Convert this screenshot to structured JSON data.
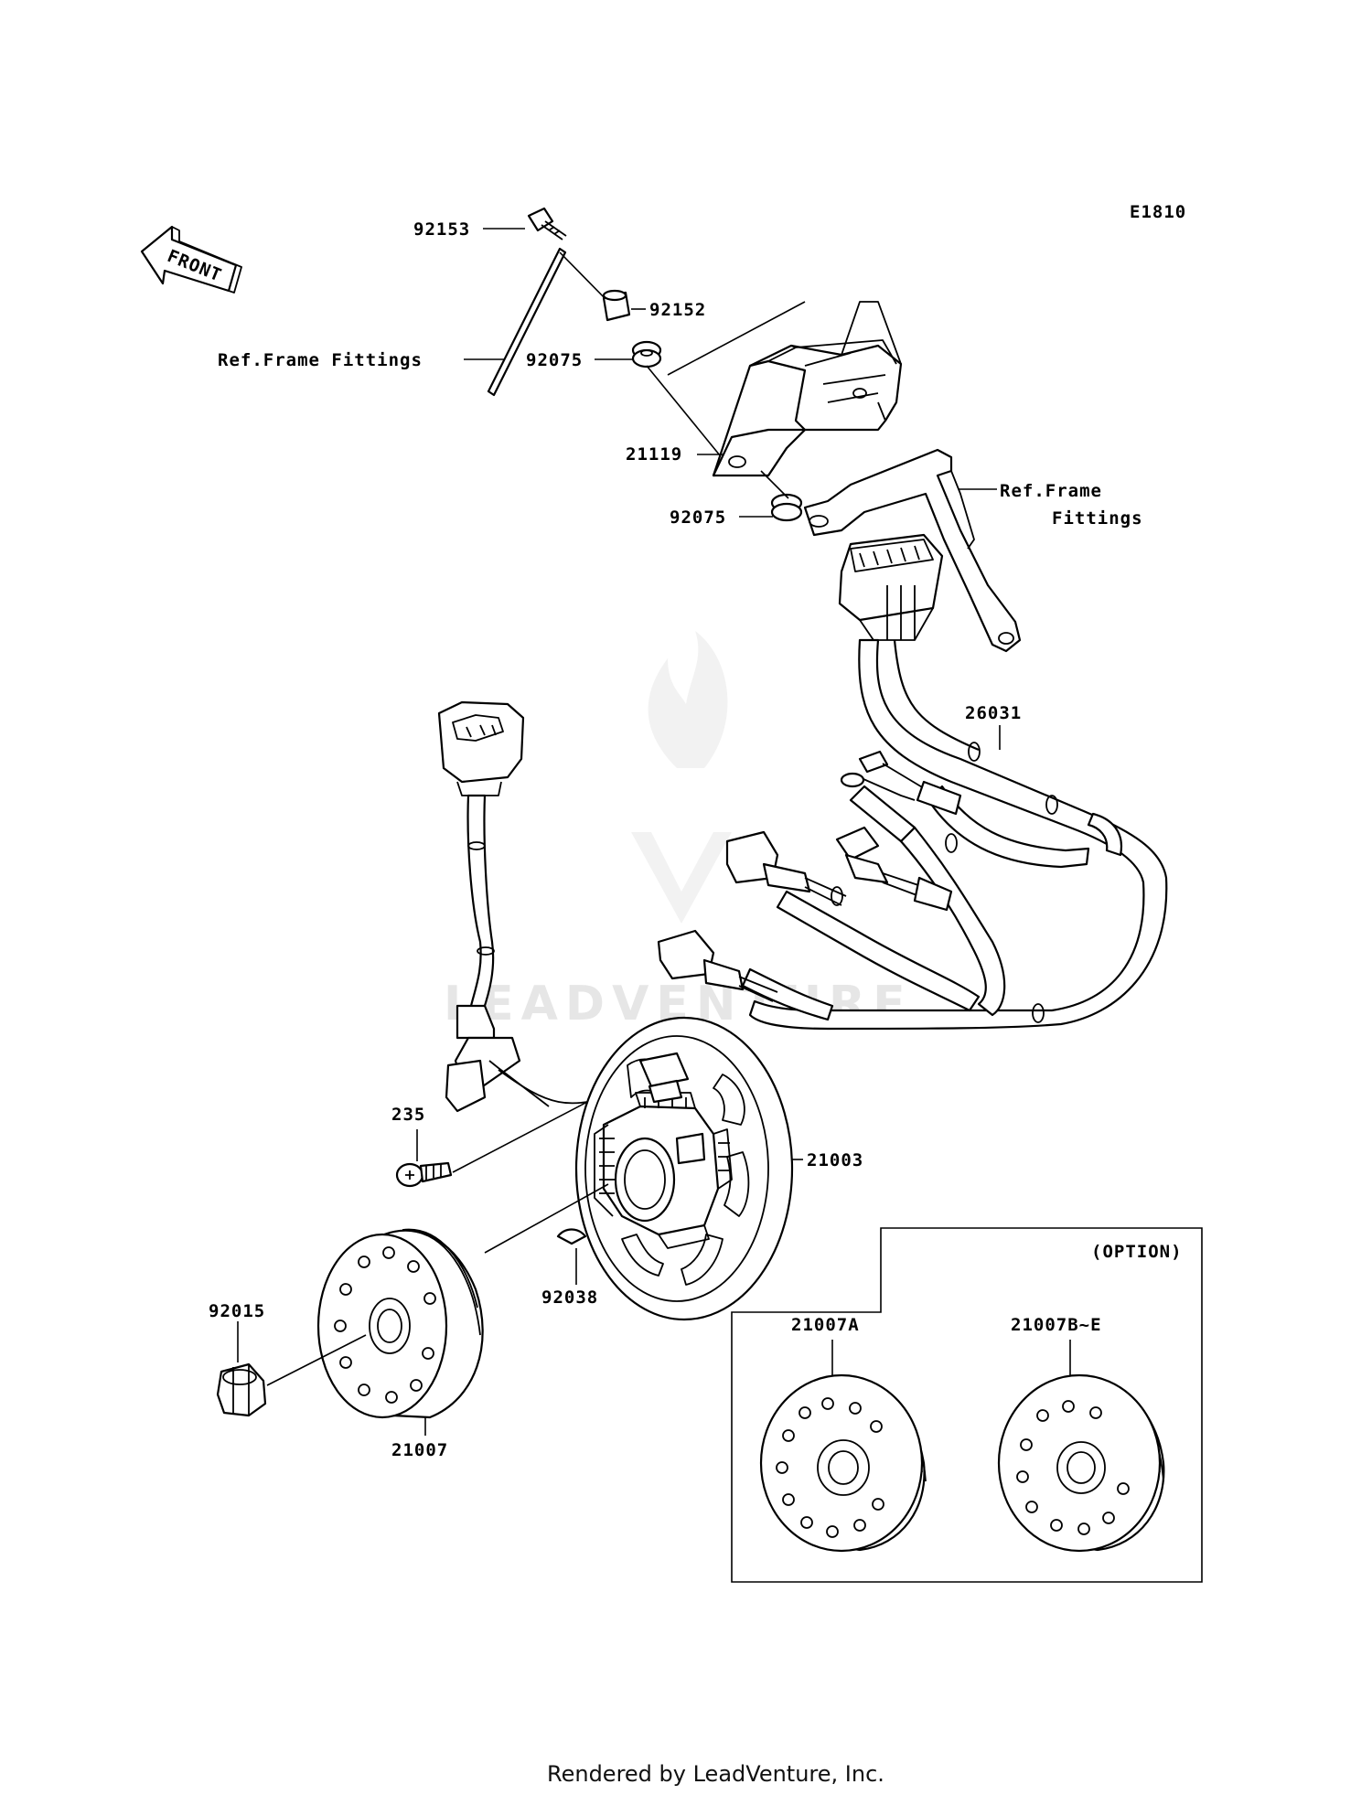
{
  "diagram_code": "E1810",
  "front_label": "FRONT",
  "watermark": "LEADVENTURE",
  "footer": "Rendered by LeadVenture, Inc.",
  "option_label": "(OPTION)",
  "ref_frame_fittings_1": "Ref.Frame Fittings",
  "ref_frame_line1": "Ref.Frame",
  "ref_frame_line2": "Fittings",
  "parts": {
    "p92153": "92153",
    "p92152": "92152",
    "p92075a": "92075",
    "p21119": "21119",
    "p92075b": "92075",
    "p26031": "26031",
    "p235": "235",
    "p21003": "21003",
    "p92038": "92038",
    "p92015": "92015",
    "p21007": "21007",
    "p21007A": "21007A",
    "p21007BE": "21007B~E"
  }
}
